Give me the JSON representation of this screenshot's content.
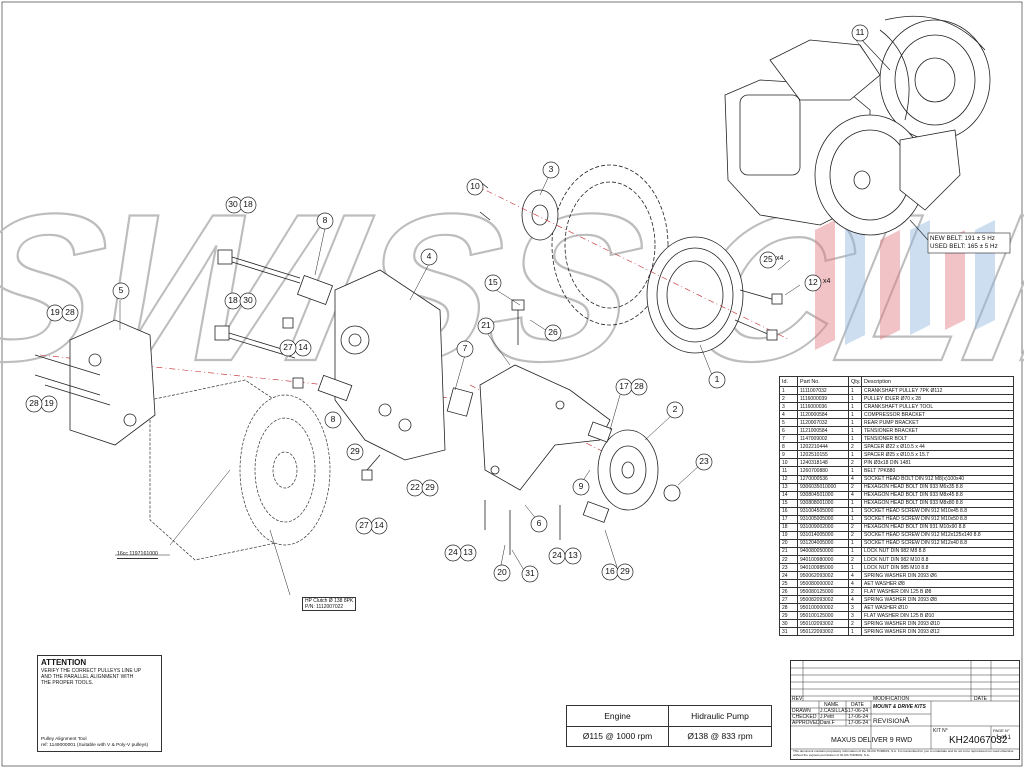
{
  "callouts": [
    "1",
    "2",
    "3",
    "4",
    "5",
    "6",
    "7",
    "8",
    "8",
    "9",
    "10",
    "11",
    "12",
    "13",
    "13",
    "14",
    "14",
    "15",
    "16",
    "17",
    "18",
    "18",
    "19",
    "19",
    "20",
    "21",
    "22",
    "23",
    "24",
    "24",
    "25",
    "26",
    "27",
    "27",
    "28",
    "28",
    "28",
    "29",
    "29",
    "29",
    "30",
    "30",
    "31"
  ],
  "multiplier_25": "x4",
  "multiplier_12": "x4",
  "belt_note": {
    "new": "NEW BELT: 191 ± 5 Hz",
    "used": "USED BELT: 165 ± 5 Hz"
  },
  "clutch_label": {
    "line1": "HP Clutch Ø 138 8PK",
    "line2": "P/N: 1112007022"
  },
  "compressor_label": "16cc 1197161000",
  "bom": {
    "headers": [
      "Id.",
      "Part No.",
      "Qty.",
      "Description"
    ],
    "rows": [
      [
        "1",
        "1111007032",
        "1",
        "CRANKSHAFT PULLEY 7PK Ø112"
      ],
      [
        "2",
        "1116000039",
        "1",
        "PULLEY IDLER Ø70 x 28"
      ],
      [
        "3",
        "1116000036",
        "1",
        "CRANKSHAFT PULLEY TOOL"
      ],
      [
        "4",
        "1120000584",
        "1",
        "COMPRESSOR BRACKET"
      ],
      [
        "5",
        "1120007032",
        "1",
        "REAR PUMP BRACKET"
      ],
      [
        "6",
        "1121000584",
        "1",
        "TENSIONER BRACKET"
      ],
      [
        "7",
        "1147009002",
        "1",
        "TENSIONER BOLT"
      ],
      [
        "8",
        "1202210444",
        "2",
        "SPACER Ø22 x Ø10.5 x 44"
      ],
      [
        "9",
        "1202510155",
        "1",
        "SPACER Ø25 x Ø10.5 x 15.7"
      ],
      [
        "10",
        "1240318148",
        "2",
        "PIN Ø3x18 DIN 1481"
      ],
      [
        "11",
        "1260700880",
        "1",
        "BELT 7PK880"
      ],
      [
        "12",
        "1270000536",
        "4",
        "SOCKET HEAD BOLT DIN 912 M8(x)100x40"
      ],
      [
        "13",
        "9306035010000",
        "2",
        "HEXAGON HEAD BOLT DIN 933 M6x35 8.8"
      ],
      [
        "14",
        "930804501000",
        "4",
        "HEXAGON HEAD BOLT DIN 933 M8x45 8.8"
      ],
      [
        "15",
        "930808001000",
        "1",
        "HEXAGON HEAD BOLT DIN 933 M8x80 8.8"
      ],
      [
        "16",
        "931004505000",
        "1",
        "SOCKET HEAD SCREW DIN 912 M10x45 8.8"
      ],
      [
        "17",
        "931005005000",
        "1",
        "SOCKET HEAD SCREW DIN 912 M10x50 8.8"
      ],
      [
        "18",
        "931009002000",
        "2",
        "HEXAGON HEAD BOLT DIN 931 M10x90 8.8"
      ],
      [
        "19",
        "931014005000",
        "2",
        "SOCKET HEAD SCREW DIN 912 M12x125x140 8.8"
      ],
      [
        "20",
        "931204005000",
        "1",
        "SOCKET HEAD SCREW DIN 912 M12x40 8.8"
      ],
      [
        "21",
        "940080050000",
        "1",
        "LOCK NUT DIN 982 M8 8.8"
      ],
      [
        "22",
        "940100980000",
        "2",
        "LOCK NUT DIN 982 M10 8.8"
      ],
      [
        "23",
        "940100985000",
        "1",
        "LOCK NUT DIN 985 M10 8.8"
      ],
      [
        "24",
        "950062093002",
        "4",
        "SPRING WASHER DIN 2093 Ø6"
      ],
      [
        "25",
        "950080000002",
        "4",
        "AET WASHER Ø8"
      ],
      [
        "26",
        "950080125000",
        "2",
        "FLAT WASHER DIN 125 B Ø8"
      ],
      [
        "27",
        "950082093002",
        "4",
        "SPRING WASHER DIN 2093 Ø8"
      ],
      [
        "28",
        "950100000002",
        "3",
        "AET WASHER Ø10"
      ],
      [
        "29",
        "950100125000",
        "3",
        "FLAT WASHER DIN 125 B Ø10"
      ],
      [
        "30",
        "950102093002",
        "2",
        "SPRING WASHER DIN 2093 Ø10"
      ],
      [
        "31",
        "950122093002",
        "1",
        "SPRING WASHER DIN 2093 Ø12"
      ]
    ]
  },
  "attention": {
    "title": "ATTENTION",
    "body": [
      "VERIFY THE CORRECT PULLEYS LINE UP",
      "AND THE PARALLEL ALIGNMENT WITH",
      "THE PROPER TOOLS."
    ],
    "tool": [
      "Pulley Alignment Tool",
      "ref: 1149000001 (Suitable with V & Poly-V pulleys)"
    ]
  },
  "engine_table": {
    "col1_head": "Engine",
    "col1_val": "Ø115 @ 1000 rpm",
    "col2_head": "Hidraulic Pump",
    "col2_val": "Ø138 @ 833 rpm"
  },
  "title_block": {
    "rev": "REV",
    "modification": "MODIFICATION",
    "date": "DATE",
    "name": "NAME",
    "rows": [
      [
        "DRAWN",
        "J.CASILLAS",
        "17-06-24"
      ],
      [
        "CHECKED",
        "J.Petit",
        "17-06-24"
      ],
      [
        "APPROVED",
        "Dani.F",
        "17-06-24"
      ]
    ],
    "mount_kits": "MOUNT & DRIVE KITS",
    "revision": "REVISION",
    "revision_letter": "A",
    "description": "MAXUS DELIVER 9 RWD",
    "kit_no_label": "KIT N°",
    "kit_no": "KH24067032",
    "page_label": "PAGE N°",
    "page": "1 of 1",
    "fine_print": "This document contains proprietary information of the OLIVA TORRAS, S.A. It is transmitted for you to undertake and its not to be reproduced nor used otherwise without the express permission of OLIVA TORRAS, S.A."
  },
  "watermark": "SWISS CLIMA"
}
